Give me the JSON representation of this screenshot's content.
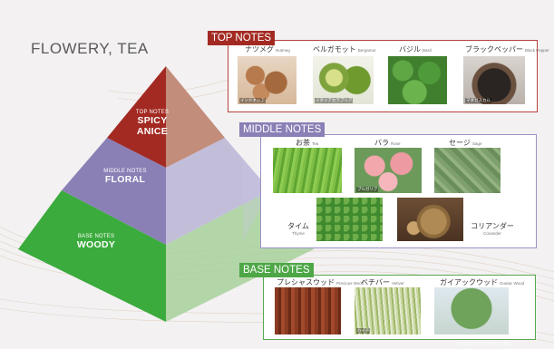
{
  "title": "FLOWERY, TEA",
  "pyramid": {
    "top": {
      "small": "TOP NOTES",
      "line1": "SPICY",
      "line2": "ANICE"
    },
    "middle": {
      "small": "MIDDLE NOTES",
      "main": "FLORAL"
    },
    "base": {
      "small": "BASE NOTES",
      "main": "WOODY"
    }
  },
  "top_notes": {
    "header": "TOP NOTES",
    "items": [
      {
        "jp": "ナツメグ",
        "en": "Nutmeg",
        "tag": "インドネシア"
      },
      {
        "jp": "ベルガモット",
        "en": "Bergamot",
        "tag": "イタリアカラブリア"
      },
      {
        "jp": "バジル",
        "en": "Basil",
        "tag": ""
      },
      {
        "jp": "ブラックペッパー",
        "en": "Black Pepper",
        "tag": "マダガスカル"
      }
    ]
  },
  "middle_notes": {
    "header": "MIDDLE NOTES",
    "items": [
      {
        "jp": "お茶",
        "en": "Tea",
        "tag": ""
      },
      {
        "jp": "バラ",
        "en": "Rose",
        "tag": "ブルガリア"
      },
      {
        "jp": "セージ",
        "en": "Sage",
        "tag": ""
      },
      {
        "jp": "タイム",
        "en": "Thyme",
        "tag": ""
      },
      {
        "jp": "コリアンダー",
        "en": "Coriander",
        "tag": ""
      }
    ]
  },
  "base_notes": {
    "header": "BASE NOTES",
    "items": [
      {
        "jp": "プレシャスウッド",
        "en": "Precious Wood",
        "tag": ""
      },
      {
        "jp": "ベチバー",
        "en": "Vetiver",
        "tag": "ハイチ"
      },
      {
        "jp": "ガイアックウッド",
        "en": "Guaiac Wood",
        "tag": ""
      }
    ]
  },
  "footer": "#SCENTOFTHEONE",
  "colors": {
    "top": "#a32a22",
    "middle": "#8a80b6",
    "base": "#4ea747",
    "background": "#f3f1f2"
  }
}
